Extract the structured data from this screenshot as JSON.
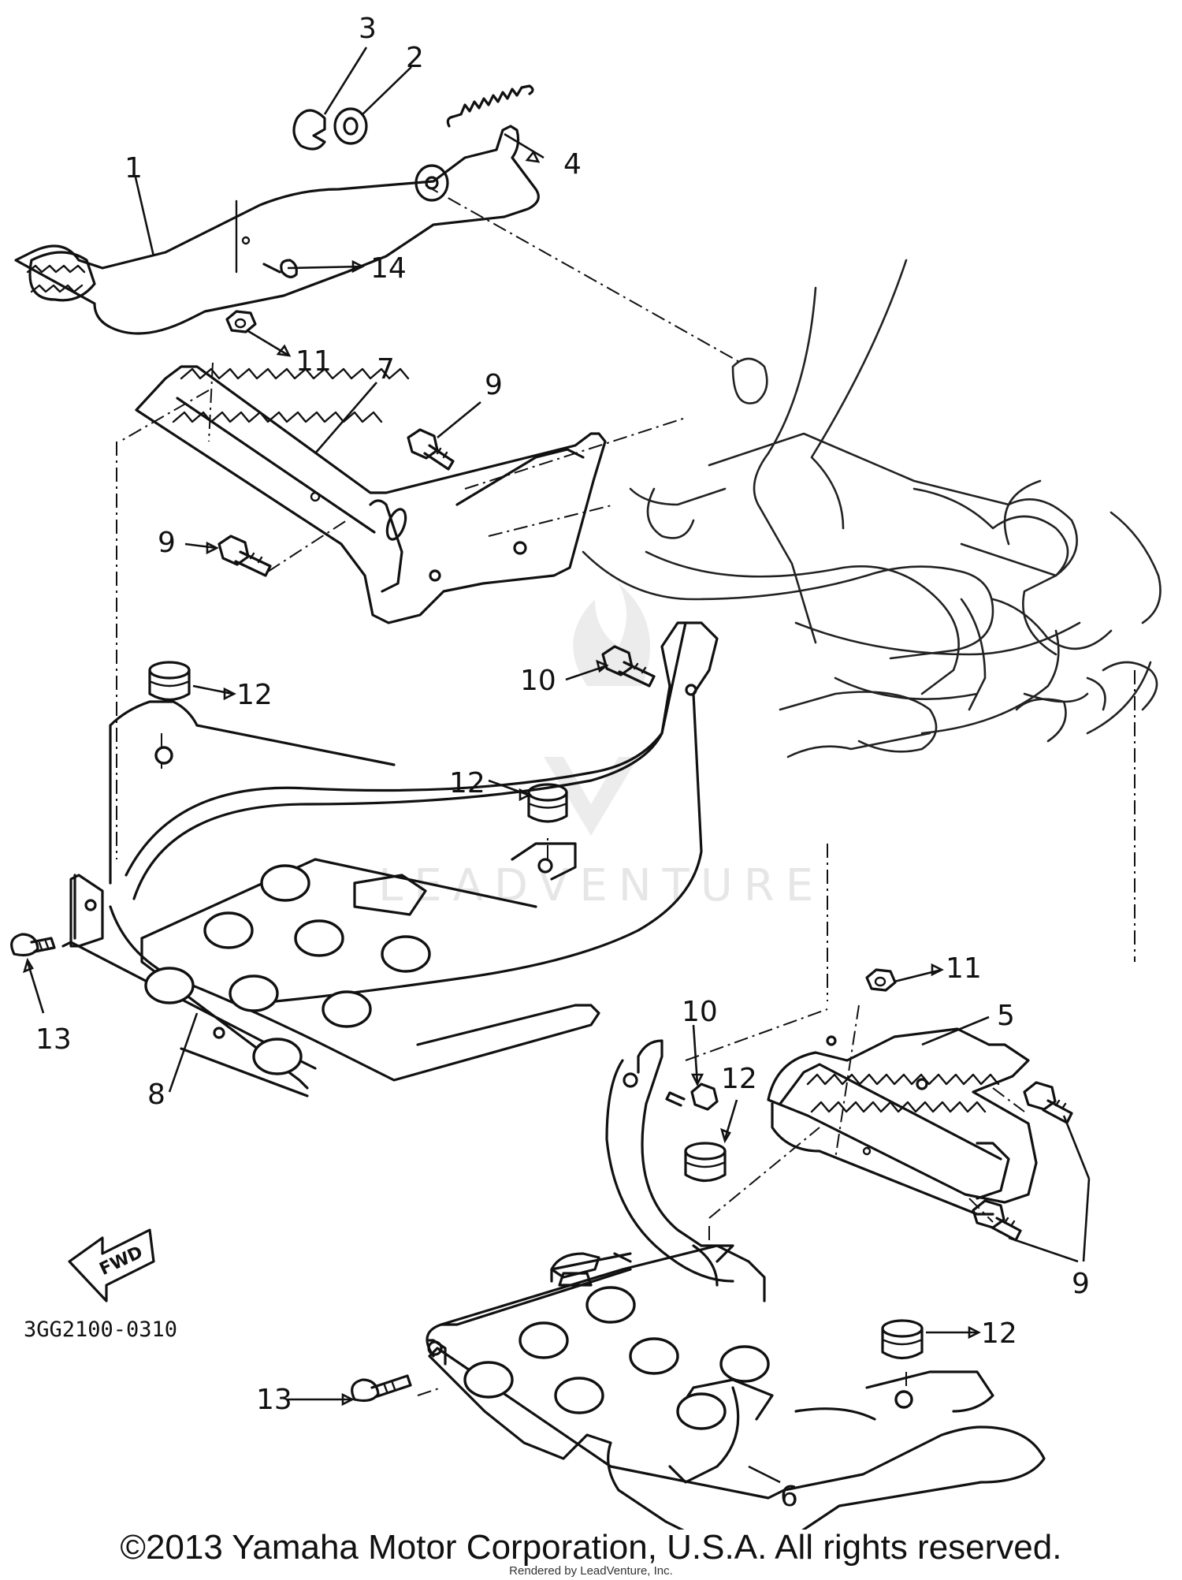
{
  "diagram": {
    "callouts": [
      {
        "id": "c3",
        "text": "3"
      },
      {
        "id": "c2",
        "text": "2"
      },
      {
        "id": "c4",
        "text": "4"
      },
      {
        "id": "c1",
        "text": "1"
      },
      {
        "id": "c14",
        "text": "14"
      },
      {
        "id": "c11a",
        "text": "11"
      },
      {
        "id": "c7",
        "text": "7"
      },
      {
        "id": "c9a",
        "text": "9"
      },
      {
        "id": "c9b",
        "text": "9"
      },
      {
        "id": "c12a",
        "text": "12"
      },
      {
        "id": "c10a",
        "text": "10"
      },
      {
        "id": "c12b",
        "text": "12"
      },
      {
        "id": "c13a",
        "text": "13"
      },
      {
        "id": "c8",
        "text": "8"
      },
      {
        "id": "c11b",
        "text": "11"
      },
      {
        "id": "c5",
        "text": "5"
      },
      {
        "id": "c10b",
        "text": "10"
      },
      {
        "id": "c12c",
        "text": "12"
      },
      {
        "id": "c9c",
        "text": "9"
      },
      {
        "id": "c12d",
        "text": "12"
      },
      {
        "id": "c13b",
        "text": "13"
      },
      {
        "id": "c6",
        "text": "6"
      }
    ],
    "fwd_label": "FWD",
    "diagram_code": "3GG2100-0310",
    "watermark": "LEADVENTURE"
  },
  "footer": {
    "copyright": "©2013 Yamaha Motor Corporation, U.S.A. All rights reserved.",
    "render_note": "Rendered by LeadVenture, Inc."
  }
}
